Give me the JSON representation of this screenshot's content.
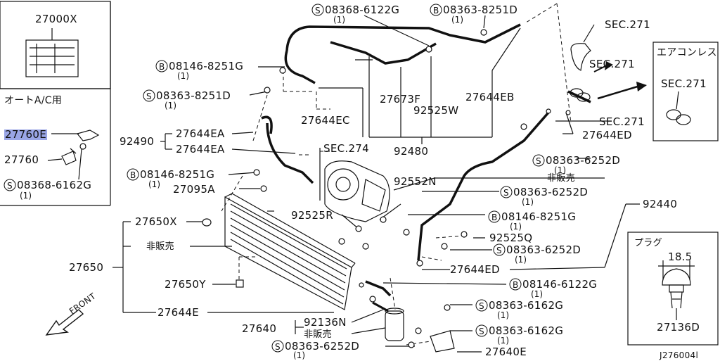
{
  "inset_left": {
    "label_top": "27000X",
    "section_title": "オートA/C用",
    "highlighted_part": "27760E",
    "part_27760": "27760",
    "bolt_code": "08368-6162G",
    "bolt_qty": "(1)"
  },
  "inset_right": {
    "title": "エアコンレス",
    "sec": "SEC.271"
  },
  "inset_plug": {
    "title": "プラグ",
    "dimension": "18.5",
    "part": "27136D"
  },
  "labels": {
    "l_08368_6122G": "08368-6122G",
    "l_08368_6122G_q": "(1)",
    "l_08363_8251D_top": "08363-8251D",
    "l_08363_8251D_top_q": "(1)",
    "l_sec271_a": "SEC.271",
    "l_sec271_b": "SEC.271",
    "l_sec271_c": "SEC.271",
    "l_08146_8251G_a": "08146-8251G",
    "l_08146_8251G_a_q": "(1)",
    "l_08363_8251D_b": "08363-8251D",
    "l_08363_8251D_b_q": "(1)",
    "l_27673F": "27673F",
    "l_27644EB": "27644EB",
    "l_92525W": "92525W",
    "l_27644EC": "27644EC",
    "l_27644ED_top": "27644ED",
    "l_27644EA_1": "27644EA",
    "l_92490": "92490",
    "l_27644EA_2": "27644EA",
    "l_sec274": "SEC.274",
    "l_92480": "92480",
    "l_08363_6252D_a": "08363-6252D",
    "l_08363_6252D_a_q": "(1)",
    "l_08146_8251G_b": "08146-8251G",
    "l_08146_8251G_b_q": "(1)",
    "l_hihanbai_1": "非販売",
    "l_27095A": "27095A",
    "l_92552N": "92552N",
    "l_08363_6252D_b": "08363-6252D",
    "l_08363_6252D_b_q": "(1)",
    "l_92440": "92440",
    "l_92525R": "92525R",
    "l_08146_8251G_c": "08146-8251G",
    "l_08146_8251G_c_q": "(1)",
    "l_27650X": "27650X",
    "l_92525Q": "92525Q",
    "l_hihanbai_2": "非販売",
    "l_08363_6252D_c": "08363-6252D",
    "l_08363_6252D_c_q": "(1)",
    "l_27650": "27650",
    "l_27644ED_bot": "27644ED",
    "l_27650Y": "27650Y",
    "l_08146_6122G": "08146-6122G",
    "l_08146_6122G_q": "(1)",
    "l_27644E": "27644E",
    "l_08363_6162G_a": "08363-6162G",
    "l_08363_6162G_a_q": "(1)",
    "l_92136N": "92136N",
    "l_27640": "27640",
    "l_hihanbai_3": "非販売",
    "l_08363_6162G_b": "08363-6162G",
    "l_08363_6162G_b_q": "(1)",
    "l_08363_6252D_d": "08363-6252D",
    "l_08363_6252D_d_q": "(1)",
    "l_27640E": "27640E",
    "l_front": "FRONT",
    "l_code": "J276004l"
  },
  "prefixes": {
    "S": "S",
    "B": "B"
  }
}
